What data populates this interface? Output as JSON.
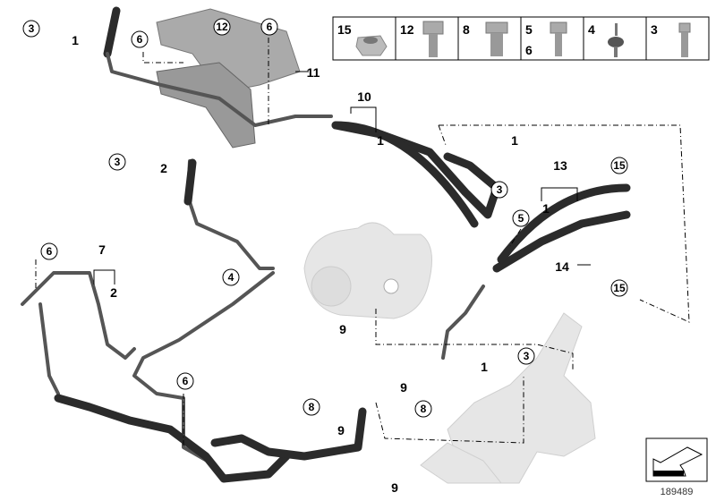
{
  "legend": [
    {
      "num": "15",
      "part": "flange-nut"
    },
    {
      "num": "12",
      "part": "hex-bolt"
    },
    {
      "num": "8",
      "part": "banjo-bolt"
    },
    {
      "num": "5",
      "num2": "6",
      "part": "flange-bolt"
    },
    {
      "num": "4",
      "part": "rubber-mount"
    },
    {
      "num": "3",
      "part": "socket-cap-screw"
    }
  ],
  "callouts_circled": [
    "3",
    "6",
    "12",
    "6",
    "3",
    "3",
    "5",
    "15",
    "15",
    "4",
    "6",
    "6",
    "8",
    "8",
    "3"
  ],
  "callouts_plain": [
    "1",
    "11",
    "10",
    "1",
    "2",
    "1",
    "13",
    "1",
    "7",
    "2",
    "14",
    "9",
    "1",
    "9",
    "9",
    "9"
  ],
  "diagram_number": "189489"
}
